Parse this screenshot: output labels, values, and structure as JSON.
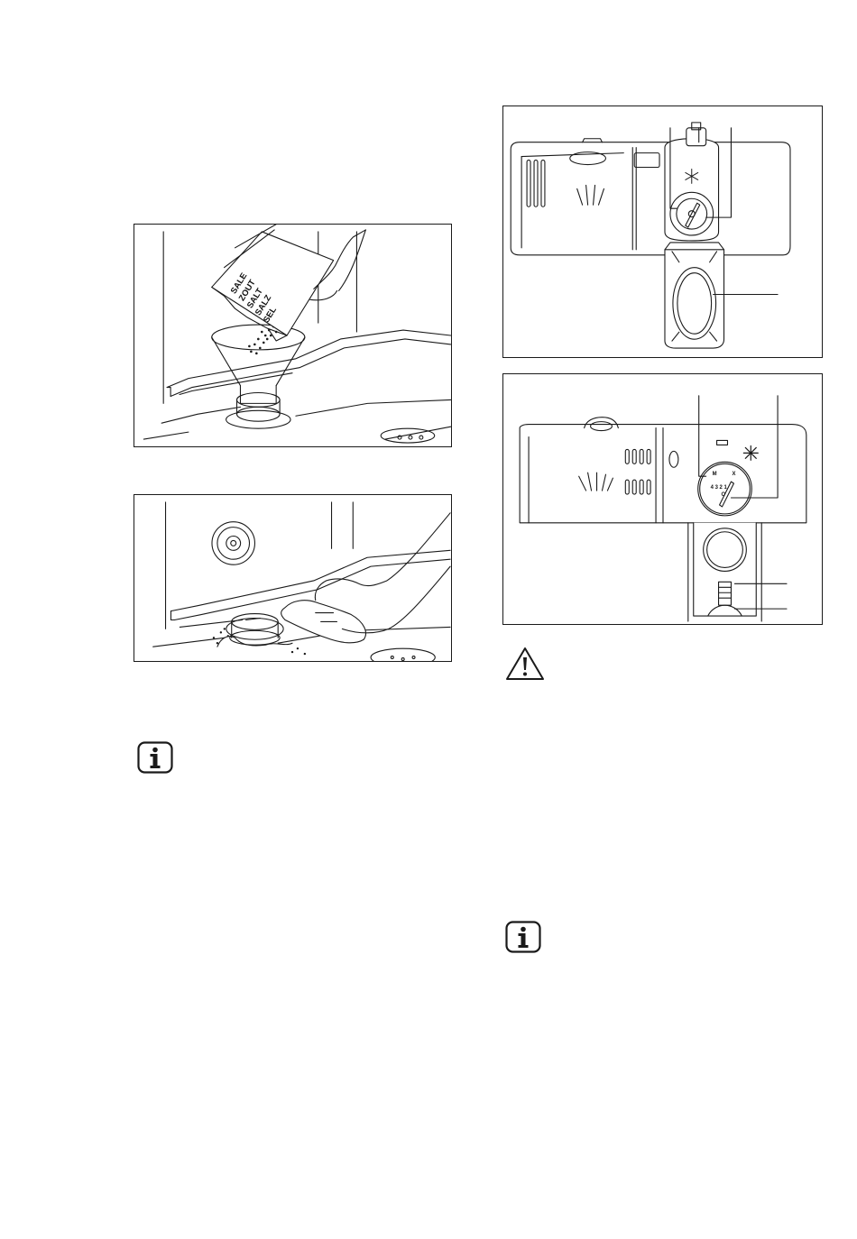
{
  "salt_box": {
    "labels": [
      "SALE",
      "ZOUT",
      "SALT",
      "SALZ",
      "SEL"
    ]
  },
  "dispenser_bottom": {
    "dial_top": [
      "M",
      "X"
    ],
    "dial_bottom": "4 3 2 1",
    "dial_center": "O"
  },
  "icons": {
    "info_1": "info-icon",
    "warning": "warning-icon",
    "info_2": "info-icon"
  }
}
